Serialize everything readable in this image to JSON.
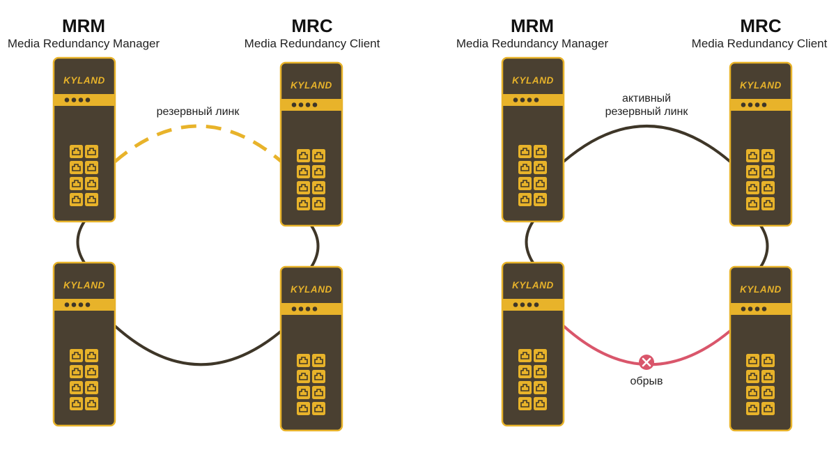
{
  "colors": {
    "switch_body": "#4a4031",
    "switch_border": "#e8b32a",
    "accent_yellow": "#e8b32a",
    "ring_link": "#3e3628",
    "backup_link": "#e8b32a",
    "broken_link": "#d9566b",
    "port_dot": "#3e3628"
  },
  "diagram_normal": {
    "mrm_title": "MRM",
    "mrm_subtitle": "Media Redundancy Manager",
    "mrc_title": "MRC",
    "mrc_subtitle": "Media Redundancy Client",
    "backup_link_label": "резервный линк",
    "switch_brand": "KYLAND"
  },
  "diagram_failure": {
    "mrm_title": "MRM",
    "mrm_subtitle": "Media Redundancy Manager",
    "mrc_title": "MRC",
    "mrc_subtitle": "Media Redundancy Client",
    "active_backup_label_line1": "активный",
    "active_backup_label_line2": "резервный линк",
    "break_label": "обрыв",
    "switch_brand": "KYLAND"
  }
}
